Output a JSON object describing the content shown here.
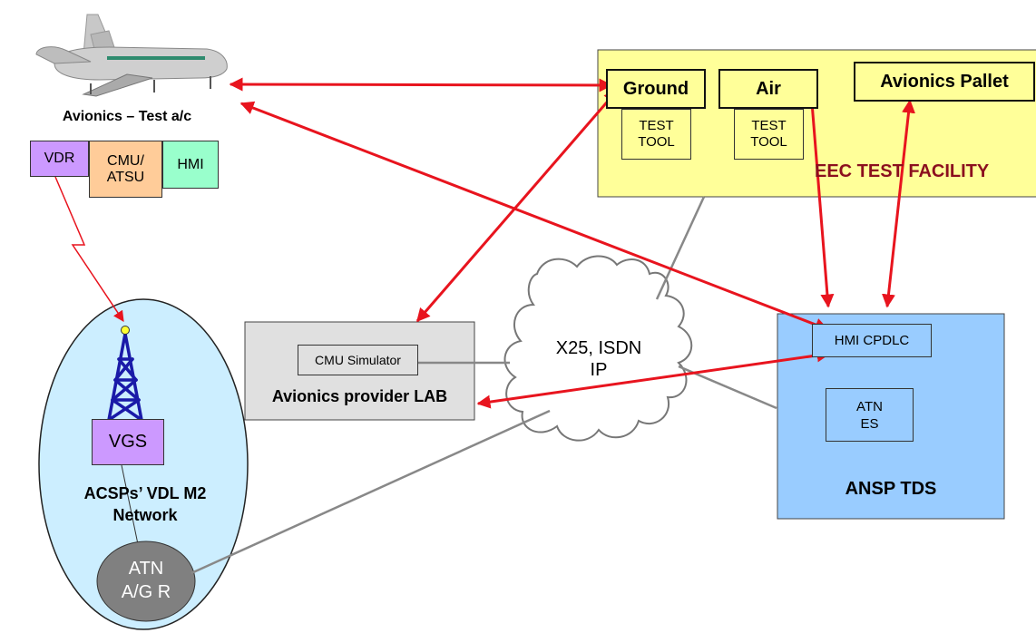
{
  "aircraft": {
    "title": "Avionics – Test a/c",
    "boxes": {
      "vdr": "VDR",
      "cmu": "CMU/\nATSU",
      "hmi": "HMI"
    }
  },
  "network": {
    "title": "ACSPs’ VDL M2\nNetwork",
    "vgs": "VGS",
    "router": "ATN\nA/G R"
  },
  "facility": {
    "title": "EEC TEST FACILITY",
    "ground": "Ground",
    "air": "Air",
    "pallet": "Avionics Pallet",
    "ground_tool": "TEST\nTOOL",
    "air_tool": "TEST\nTOOL"
  },
  "lab": {
    "title": "Avionics provider LAB",
    "simulator": "CMU Simulator"
  },
  "cloud": {
    "label": "X25, ISDN\nIP"
  },
  "ansp": {
    "title": "ANSP TDS",
    "hmi_cpdlc": "HMI CPDLC",
    "atn_es": "ATN\nES"
  },
  "colors": {
    "facility_fill": "#ffff99",
    "lab_fill": "#e0e0e0",
    "ansp_fill": "#99ccff",
    "network_fill": "#cceeff",
    "vdr_fill": "#cc99ff",
    "cmu_fill": "#ffcc99",
    "hmi_fill": "#99ffcc",
    "router_fill": "#808080",
    "tower": "#1a1aa8",
    "link_red": "#e8141e",
    "link_gray": "#888888",
    "facility_title": "#8b0f1e"
  }
}
